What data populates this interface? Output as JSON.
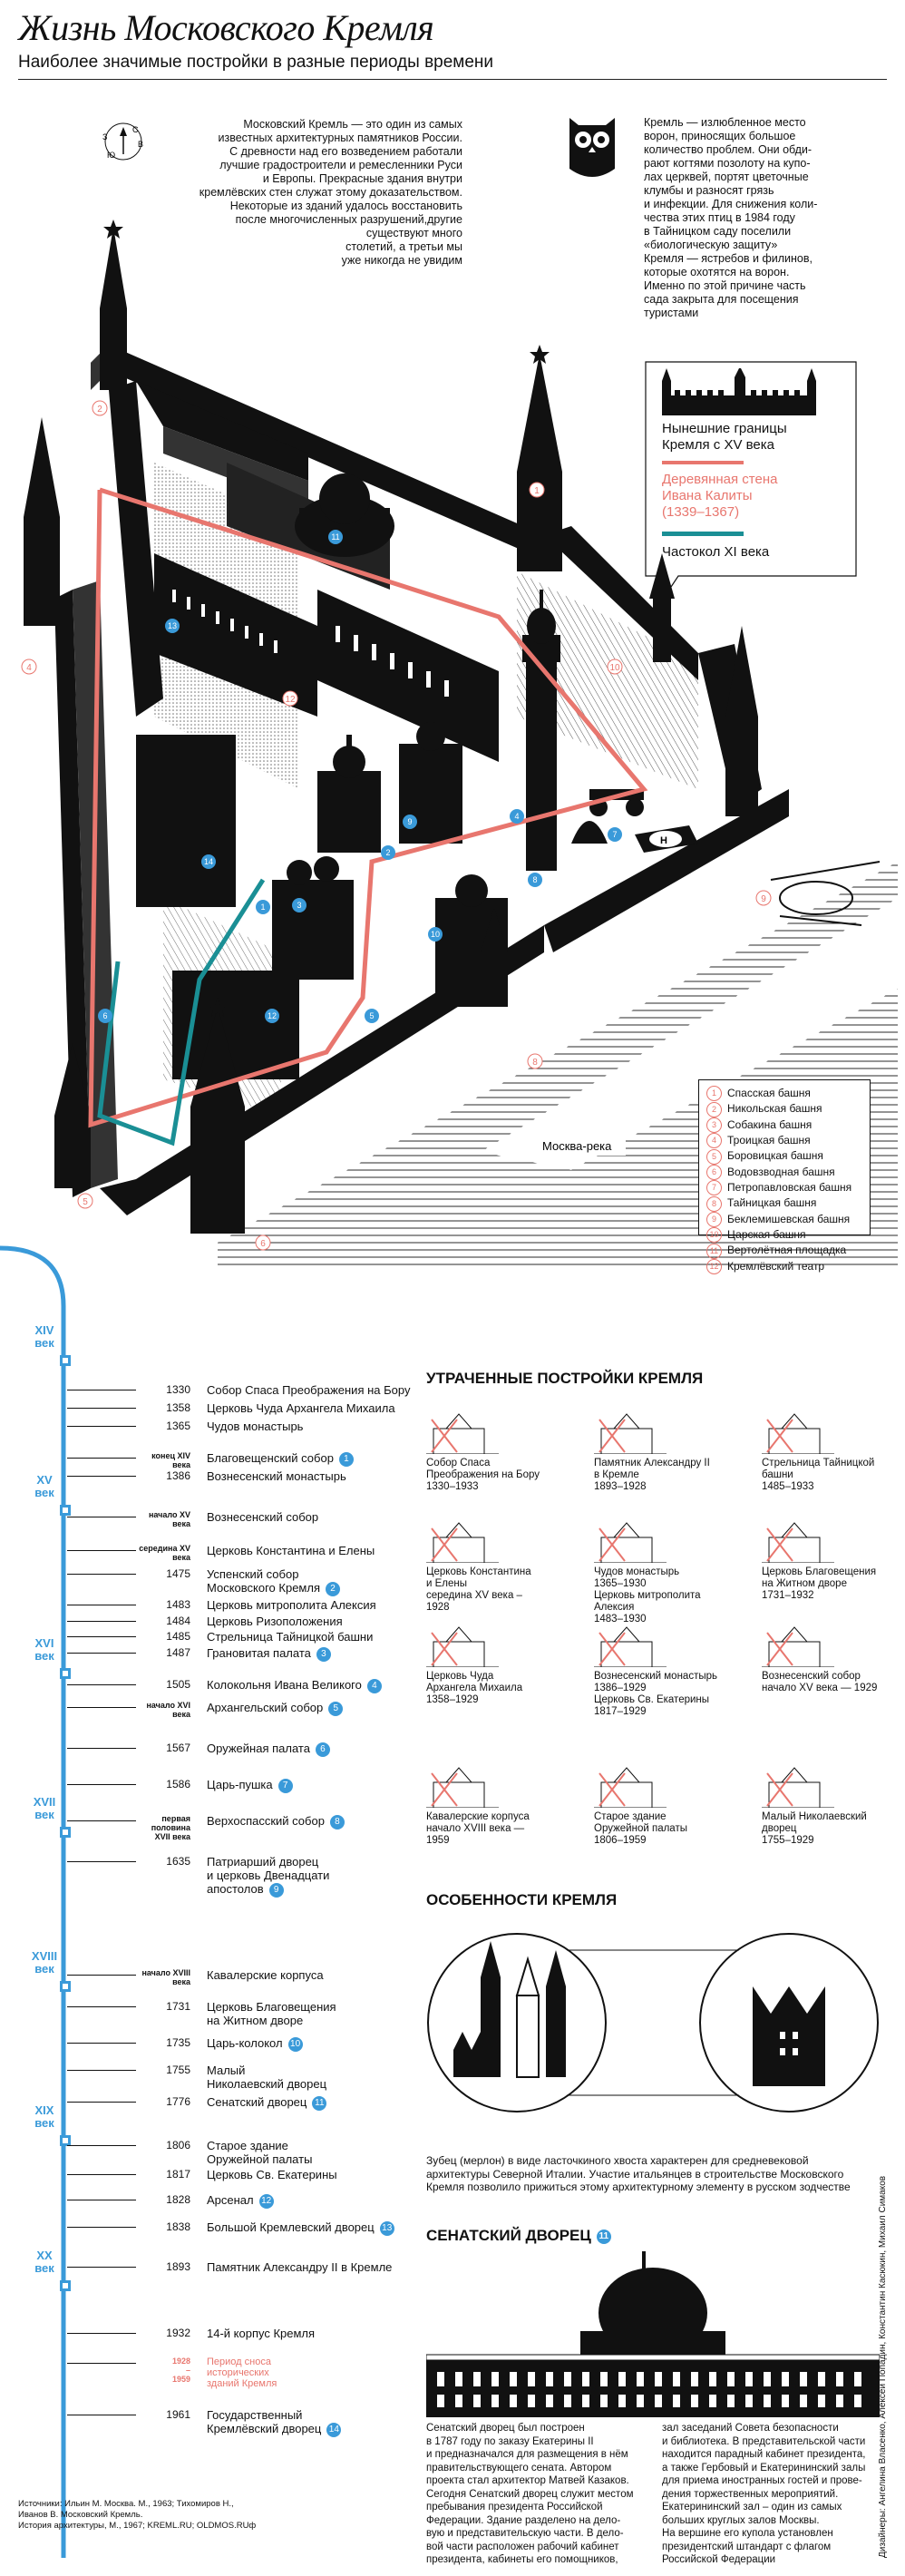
{
  "header": {
    "title": "Жизнь Московского Кремля",
    "subtitle": "Наиболее значимые постройки в разные периоды времени"
  },
  "compass": {
    "n": "С",
    "s": "Ю",
    "e": "В",
    "w": "З"
  },
  "intro_left": [
    "Московский Кремль — это один из самых",
    "известных архитектурных памятников России.",
    "С древности над его возведением работали",
    "лучшие градостроители и ремесленники Руси",
    "и Европы. Прекрасные здания внутри",
    "кремлёвских стен служат этому доказательством.",
    "Некоторые из зданий удалось восстановить",
    "после многочисленных разрушений,другие",
    "существуют много",
    "столетий, а третьи мы",
    "уже никогда не увидим"
  ],
  "intro_right": [
    "Кремль — излюбленное место",
    "ворон, приносящих большое",
    "количество проблем. Они обди-",
    "рают когтями позолоту на купо-",
    "лах церквей, портят цветочные",
    "клумбы и разносят грязь",
    "и инфекции. Для снижения коли-",
    "чества этих птиц в 1984 году",
    "в Тайницком саду поселили",
    "«биологическую защиту»",
    "Кремля — ястребов и филинов,",
    "которые охотятся на ворон.",
    "Именно по этой причине часть",
    "сада закрыта для посещения",
    "туристами"
  ],
  "legend": {
    "current": "Нынешние границы\nКремля с XV века",
    "wooden": "Деревянная стена\nИвана Калиты\n(1339–1367)",
    "palisade": "Частокол XI века"
  },
  "river": "Москва-река",
  "helipad": "H",
  "towers": [
    {
      "n": "1",
      "name": "Спасская башня"
    },
    {
      "n": "2",
      "name": "Никольская башня"
    },
    {
      "n": "3",
      "name": "Собакина башня"
    },
    {
      "n": "4",
      "name": "Троицкая башня"
    },
    {
      "n": "5",
      "name": "Боровицкая башня"
    },
    {
      "n": "6",
      "name": "Водовзводная башня"
    },
    {
      "n": "7",
      "name": "Петропавловская башня"
    },
    {
      "n": "8",
      "name": "Тайницкая башня"
    },
    {
      "n": "9",
      "name": "Беклемишевская башня"
    },
    {
      "n": "10",
      "name": "Царская башня"
    },
    {
      "n": "11",
      "name": "Вертолётная площадка"
    },
    {
      "n": "12",
      "name": "Кремлёвский театр"
    }
  ],
  "centuries": [
    {
      "label": "XIV\nвек"
    },
    {
      "label": "XV\nвек"
    },
    {
      "label": "XVI\nвек"
    },
    {
      "label": "XVII\nвек"
    },
    {
      "label": "XVIII\nвек"
    },
    {
      "label": "XIX\nвек"
    },
    {
      "label": "XX\nвек"
    }
  ],
  "timeline": [
    {
      "year": "1330",
      "name": "Собор Спаса Преображения на Бору",
      "badge": ""
    },
    {
      "year": "1358",
      "name": "Церковь Чуда Архангела Михаила",
      "badge": ""
    },
    {
      "year": "1365",
      "name": "Чудов монастырь",
      "badge": ""
    },
    {
      "year": "конец XIV века",
      "name": "Благовещенский собор",
      "badge": "1"
    },
    {
      "year": "1386",
      "name": "Вознесенский монастырь",
      "badge": ""
    },
    {
      "year": "начало XV века",
      "name": "Вознесенский собор",
      "badge": ""
    },
    {
      "year": "середина XV века",
      "name": "Церковь Константина и Елены",
      "badge": ""
    },
    {
      "year": "1475",
      "name": "Успенский собор\nМосковского Кремля",
      "badge": "2"
    },
    {
      "year": "1483",
      "name": "Церковь митрополита Алексия",
      "badge": ""
    },
    {
      "year": "1484",
      "name": "Церковь Ризоположения",
      "badge": ""
    },
    {
      "year": "1485",
      "name": "Стрельница Тайницкой башни",
      "badge": ""
    },
    {
      "year": "1487",
      "name": "Грановитая палата",
      "badge": "3"
    },
    {
      "year": "1505",
      "name": "Колокольня Ивана Великого",
      "badge": "4"
    },
    {
      "year": "начало XVI века",
      "name": "Архангельский собор",
      "badge": "5"
    },
    {
      "year": "1567",
      "name": "Оружейная палата",
      "badge": "6"
    },
    {
      "year": "1586",
      "name": "Царь-пушка",
      "badge": "7"
    },
    {
      "year": "первая половина XVII века",
      "name": "Верхоспасский собор",
      "badge": "8"
    },
    {
      "year": "1635",
      "name": "Патриарший дворец\nи церковь Двенадцати\nапостолов",
      "badge": "9"
    },
    {
      "year": "начало XVIII века",
      "name": "Кавалерские корпуса",
      "badge": ""
    },
    {
      "year": "1731",
      "name": "Церковь Благовещения\nна Житном дворе",
      "badge": ""
    },
    {
      "year": "1735",
      "name": "Царь-колокол",
      "badge": "10"
    },
    {
      "year": "1755",
      "name": "Малый\nНиколаевский дворец",
      "badge": ""
    },
    {
      "year": "1776",
      "name": "Сенатский дворец",
      "badge": "11"
    },
    {
      "year": "1806",
      "name": "Старое здание\nОружейной палаты",
      "badge": ""
    },
    {
      "year": "1817",
      "name": "Церковь Св. Екатерины",
      "badge": ""
    },
    {
      "year": "1828",
      "name": "Арсенал",
      "badge": "12"
    },
    {
      "year": "1838",
      "name": "Большой Кремлевский дворец",
      "badge": "13"
    },
    {
      "year": "1893",
      "name": "Памятник Александру II в Кремле",
      "badge": ""
    },
    {
      "year": "1932",
      "name": "14-й корпус Кремля",
      "badge": ""
    },
    {
      "year": "1928\n–\n1959",
      "name": "Период сноса\nисторических\nзданий Кремля",
      "badge": ""
    },
    {
      "year": "1961",
      "name": "Государственный\nКремлёвский дворец",
      "badge": "14"
    }
  ],
  "lost": {
    "title": "УТРАЧЕННЫЕ ПОСТРОЙКИ КРЕМЛЯ",
    "items": [
      "Собор Спаса\nПреображения на Бору\n1330–1933",
      "Памятник Александру II\nв Кремле\n1893–1928",
      "Стрельница Тайницкой\nбашни\n1485–1933",
      "Церковь Константина\nи Елены\nсередина XV века –\n1928",
      "Чудов монастырь\n1365–1930\nЦерковь митрополита\nАлексия\n1483–1930",
      "Церковь Благовещения\nна Житном дворе\n1731–1932",
      "Церковь Чуда\nАрхангела Михаила\n1358–1929",
      "Вознесенский монастырь\n1386–1929\nЦерковь Св. Екатерины\n1817–1929",
      "Вознесенский собор\nначало XV века — 1929",
      "Кавалерские корпуса\nначало XVIII века —\n1959",
      "Старое здание\nОружейной палаты\n1806–1959",
      "Малый Николаевский\nдворец\n1755–1929"
    ]
  },
  "features": {
    "title": "ОСОБЕННОСТИ КРЕМЛЯ",
    "text": "Зубец (мерлон) в виде ласточкиного хвоста характерен для средневековой\nархитектуры Северной Италии. Участие итальянцев в строительстве Московского\nКремля позволило прижиться этому архитектурному элементу в русском зодчестве"
  },
  "senate": {
    "title": "СЕНАТСКИЙ ДВОРЕЦ",
    "badge": "11",
    "left": "Сенатский дворец был построен\nв 1787 году по заказу Екатерины II\nи предназначался для размещения в нём\nправительствующего сената. Автором\nпроекта стал архитектор Матвей Казаков.\nСегодня Сенатский дворец служит местом\nпребывания президента Российской\nФедерации. Здание  разделено на дело-\nвую и представительскую части. В дело-\nвой части расположен рабочий кабинет\nпрезидента, кабинеты его помощников,",
    "right": "зал заседаний Совета безопасности\nи библиотека. В представительской части\nнаходится парадный кабинет президента,\nа также Гербовый и Екатерининский залы\nдля приема иностранных гостей и прове-\nдения торжественных мероприятий.\nЕкатерининский зал – один из самых\nбольших круглых залов Москвы.\nНа вершине его купола установлен\nпрезидентский штандарт с флагом\nРоссийской Федерации"
  },
  "credits": "Дизайнеры: Ангелина Власенко, Алексей Попадин, Константин Касюкин, Михаил Симаков",
  "sources": "Источники: Ильин М. Москва. М., 1963; Тихомиров Н.,\nИванов В. Московский Кремль.\nИстория архитектуры, М., 1967; KREML.RU; OLDMOS.RUф",
  "colors": {
    "accent": "#3a9ad9",
    "red": "#e8766e",
    "teal": "#1a8f95",
    "ink": "#111111"
  }
}
